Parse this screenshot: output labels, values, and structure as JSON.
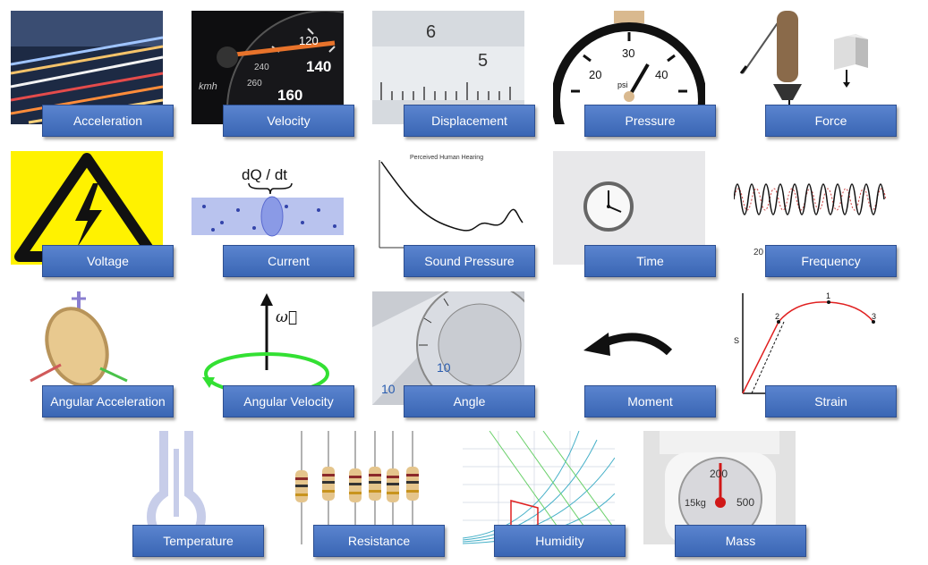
{
  "tiles": [
    {
      "label": "Acceleration"
    },
    {
      "label": "Velocity"
    },
    {
      "label": "Displacement"
    },
    {
      "label": "Pressure"
    },
    {
      "label": "Force"
    },
    {
      "label": "Voltage"
    },
    {
      "label": "Current"
    },
    {
      "label": "Sound Pressure"
    },
    {
      "label": "Time"
    },
    {
      "label": "Frequency"
    },
    {
      "label": "Angular Acceleration"
    },
    {
      "label": "Angular Velocity"
    },
    {
      "label": "Angle"
    },
    {
      "label": "Moment"
    },
    {
      "label": "Strain"
    },
    {
      "label": "Temperature"
    },
    {
      "label": "Resistance"
    },
    {
      "label": "Humidity"
    },
    {
      "label": "Mass"
    }
  ],
  "pictures": {
    "velocity": {
      "ticks": [
        "120",
        "140",
        "240",
        "260",
        "160"
      ],
      "unit": "kmh"
    },
    "displacement": {
      "ticks": [
        "6",
        "5"
      ]
    },
    "pressure": {
      "ticks": [
        "20",
        "30",
        "40"
      ],
      "unit": "psi"
    },
    "current": {
      "formula": "dQ / dt"
    },
    "sound_pressure": {
      "title": "Perceived Human Hearing"
    },
    "frequency": {
      "tick": "20"
    },
    "angular_velocity": {
      "symbol": "ω⃗"
    },
    "angle": {
      "ticks": [
        "10",
        "10"
      ]
    },
    "strain": {
      "ylabel": "S",
      "points": [
        "1",
        "2",
        "3"
      ]
    },
    "mass": {
      "ticks": [
        "200",
        "15kg",
        "500"
      ]
    }
  }
}
